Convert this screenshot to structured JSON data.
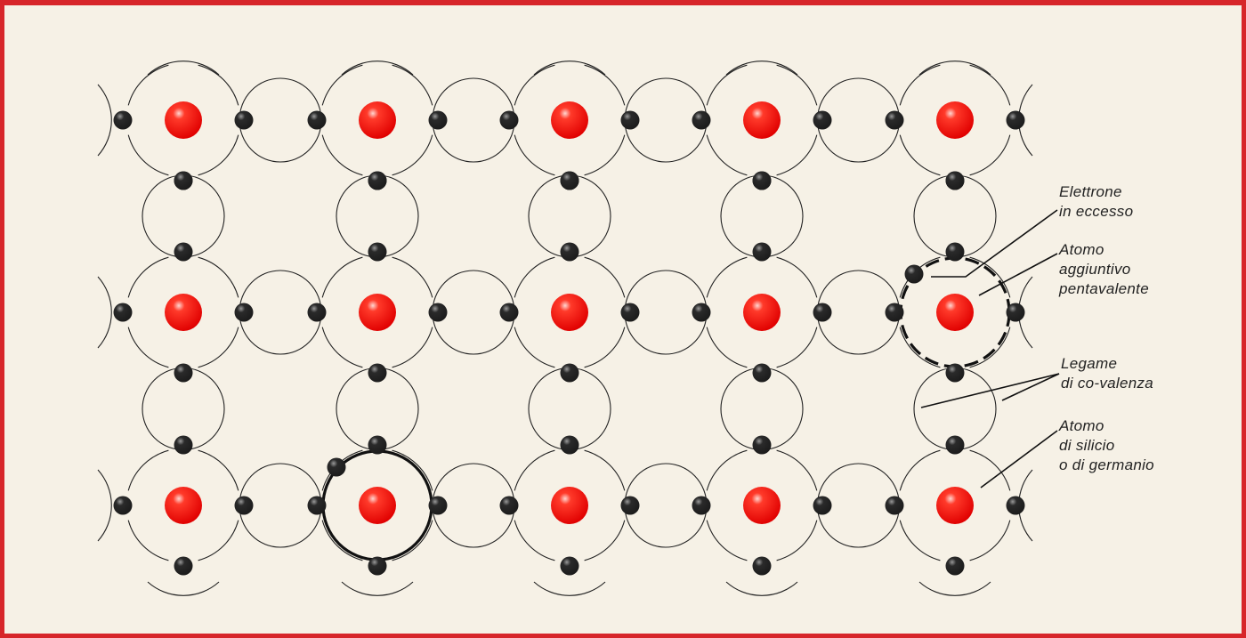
{
  "diagram": {
    "rows": 3,
    "columns": 5,
    "colors": {
      "frame": "#d7262a",
      "atom": "#e00000",
      "electron": "#1c1c1c",
      "bond": "#222222",
      "background": "#f6f1e6"
    },
    "impurity_atoms": [
      {
        "row": 2,
        "col": 1,
        "style": "solid-ring",
        "extra_electron": true
      },
      {
        "row": 1,
        "col": 4,
        "style": "dashed-ring",
        "extra_electron": true
      }
    ],
    "labels": {
      "excess_electron": [
        "Elettrone",
        "in eccesso"
      ],
      "pentavalent_atom": [
        "Atomo",
        "aggiuntivo",
        "pentavalente"
      ],
      "covalent_bond": [
        "Legame",
        "di co-valenza"
      ],
      "silicon_atom": [
        "Atomo",
        "di silicio",
        "o di germanio"
      ]
    }
  }
}
